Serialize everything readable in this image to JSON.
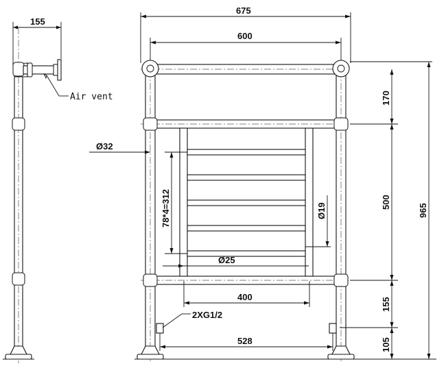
{
  "dimensions": {
    "side_depth": "155",
    "overall_width": "675",
    "rail_width": "600",
    "top_section": "170",
    "panel_height": "500",
    "overall_height": "965",
    "bottom_gap": "155",
    "foot_height": "105",
    "inner_width": "400",
    "valve_spacing": "528",
    "bar_pitch": "78*4=312",
    "main_pipe_dia": "Ø32",
    "bar_dia": "Ø19",
    "panel_pipe_dia": "Ø25"
  },
  "labels": {
    "air_vent": "Air vent",
    "valve_thread": "2XG1/2"
  }
}
